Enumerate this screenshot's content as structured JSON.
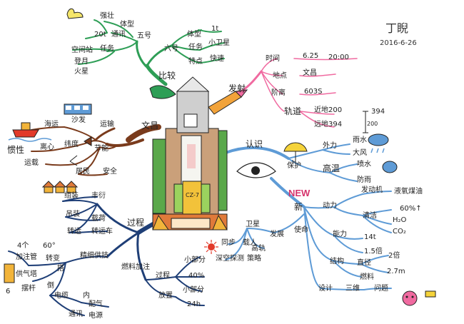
{
  "header": {
    "author": "丁睨",
    "date": "2016-6-26"
  },
  "colors": {
    "pink": "#f06aa0",
    "blue": "#5e9bd6",
    "navy": "#1f3f77",
    "brown": "#7a3b1c",
    "green": "#2e9e56",
    "orange": "#e79b3a",
    "rocket_body": "#f2b43a",
    "rocket_side": "#caa07a",
    "tower": "#e07a3a"
  },
  "icons": [
    "arm-icon",
    "ship-icon",
    "train-icon",
    "houses-icon",
    "tank-icon",
    "satellite-icon",
    "umbrella-icon",
    "rain-cloud-icon",
    "dish-icon",
    "eye-icon",
    "sun-icon",
    "rocket-icon",
    "mascot-icon"
  ],
  "nodes": {
    "compare": {
      "label": "比较",
      "w5": "五号",
      "w5_tizhong": "体型",
      "w5_qiangzhuang": "强壮",
      "w5_ti": "20t",
      "w5_tongxun": "通讯",
      "w5_renwu": "任务",
      "w5_kongjianzhan": "空间站",
      "w5_dengyue": "登月",
      "w5_huoxing": "火星",
      "w6": "六号",
      "w6_tixing": "体型",
      "w6_1t": "1t",
      "w6_renwu": "任务",
      "w6_xiaoweixing": "小卫星",
      "w6_tedian": "特点",
      "w6_kuaisu": "快速"
    },
    "launch": {
      "label": "发射",
      "shijian": "时间",
      "shijian_date": "6.25",
      "shijian_time": "20:00",
      "didian": "地点",
      "didian_val": "文昌",
      "julishi": "阶离",
      "julishi_val": "603S",
      "guidao": "轨道",
      "jindi": "近地200",
      "yuandi": "远地394",
      "axis_top": "394",
      "axis_bottom": "200"
    },
    "wenchang": {
      "label": "文昌",
      "yunshu": "运输",
      "shafa": "沙发",
      "haiyun": "海运",
      "guanxing": "惯性",
      "lixin": "离心",
      "weidu": "纬度",
      "jieneng": "节能",
      "yunzai": "运载",
      "jumin": "居民",
      "anquan": "安全"
    },
    "recognize": {
      "label": "认识",
      "baohu": "保护",
      "waili": "外力",
      "yushui": "雨水",
      "dafeng": "大风",
      "gaowen": "高温",
      "penshui": "喷水",
      "fangyu": "防雨"
    },
    "new": {
      "label": "新",
      "banner": "NEW",
      "dongli": "动力",
      "fadongji": "发动机",
      "yeyang": "液氧煤油",
      "percent": "60%↑",
      "qingjie": "清洁",
      "h2o": "H₂O",
      "co2": "CO₂",
      "nengli": "能力",
      "beis14": "14t",
      "beis15": "1.5倍",
      "jiegou": "结构",
      "zhijing": "直径",
      "d2": "2倍",
      "d27": "2.7m",
      "ranliao": "燃料",
      "sheji": "设计",
      "sanwei": "三维",
      "wenti": "问题"
    },
    "mission": {
      "label": "使命",
      "fadian": "发展",
      "weixing": "卫星",
      "zaichuan": "载人",
      "tongbu": "同步",
      "gaokong": "高轨",
      "shenkong": "深空探测",
      "jiangzhong": "策略"
    },
    "process": {
      "label": "过程",
      "zuzhuang": "组装",
      "fengge": "丰衍",
      "diaozhuang": "吊装",
      "ganche": "载荷",
      "zhuanyun": "转运",
      "zhuanyunche": "转运车",
      "gongxu": "精细供技",
      "jiazhuguan": "加注管",
      "val4": "4个",
      "val60": "60°",
      "zhuanxiang": "转变",
      "gongqita": "供气塔",
      "kuang6": "6",
      "baigan": "摆杆",
      "dai": "倒",
      "dianlan": "电缆",
      "neijie": "内",
      "tongxun": "通讯",
      "peiqi": "配气",
      "dianyuan": "电源",
      "da": "搭",
      "ranliaojiazhu": "燃料加注",
      "guocheng": "过程",
      "xiaobufen": "小部分",
      "p40": "40%",
      "xiaobufen2": "小部分",
      "fangzhi": "放置",
      "h24": "24h"
    },
    "rocket": {
      "text": "CZ-7"
    }
  }
}
